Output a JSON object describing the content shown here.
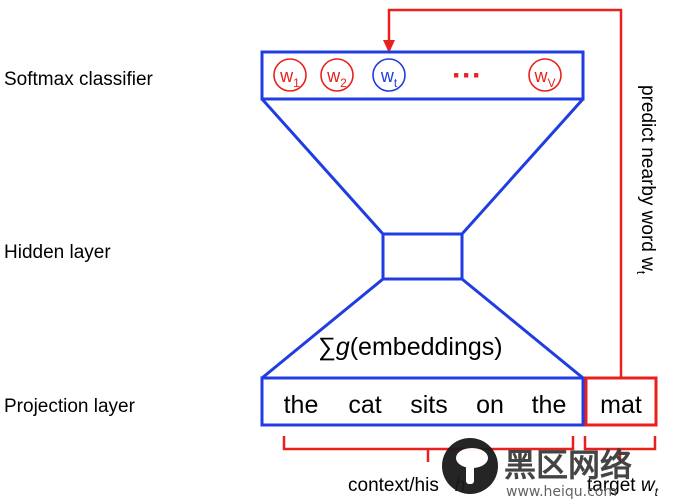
{
  "labels": {
    "softmax": "Softmax classifier",
    "hidden": "Hidden layer",
    "projection": "Projection layer"
  },
  "nodes": [
    {
      "base": "w",
      "sub": "1",
      "color": "#e8211d"
    },
    {
      "base": "w",
      "sub": "2",
      "color": "#e8211d"
    },
    {
      "base": "w",
      "sub": "t",
      "color": "#1f3de0"
    },
    {
      "base": "w",
      "sub": "V",
      "color": "#e8211d"
    }
  ],
  "ellipsis": "···",
  "sum_symbol": "∑",
  "sum_func": "g",
  "sum_rest": "(embeddings)",
  "context_words": [
    "the",
    "cat",
    "sits",
    "on",
    "the"
  ],
  "target_word": "mat",
  "side_label": {
    "text": "predict nearby word w",
    "sub": "t"
  },
  "bottom_left": "context/his",
  "bottom_left_ital": "h",
  "bottom_right": "target ",
  "bottom_right_var": "w",
  "bottom_right_sub": "t",
  "watermark": {
    "cn": "黑区网络",
    "url": "www.heiqu.com"
  },
  "colors": {
    "blue": "#1f3de0",
    "red": "#e8211d"
  }
}
